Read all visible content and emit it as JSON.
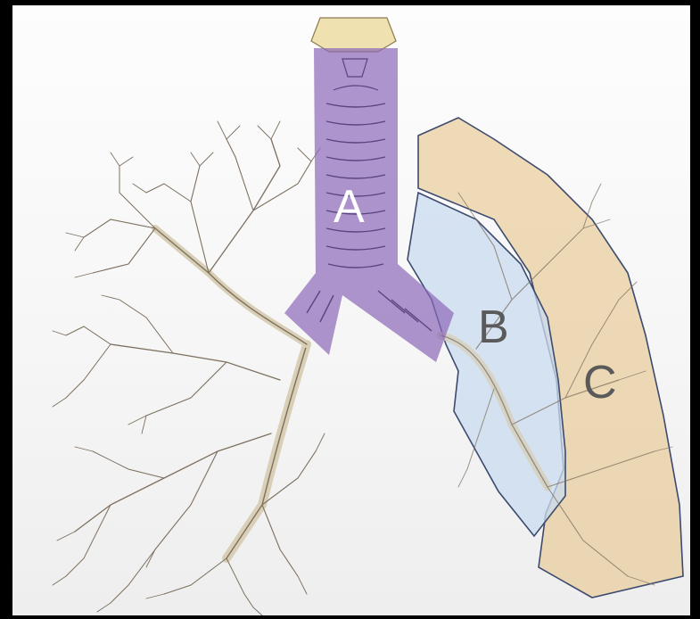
{
  "regions": [
    {
      "id": "A",
      "label": "A",
      "fill": "#8b68b8"
    },
    {
      "id": "B",
      "label": "B",
      "fill": "#c9dbf0"
    },
    {
      "id": "C",
      "label": "C",
      "fill": "#e8c48a"
    }
  ],
  "colors": {
    "airway_stroke": "#7d7060",
    "airway_cartilage": "#e8d48a",
    "outline": "#3c4a6e"
  }
}
